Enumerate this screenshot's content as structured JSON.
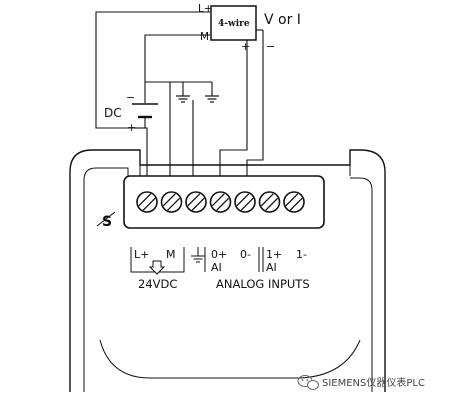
{
  "diagram": {
    "device": {
      "label": "4-wire"
    },
    "signal_label": "V or I",
    "device_pins": {
      "lplus": "L+",
      "m": "M",
      "plus": "+",
      "minus": "−"
    },
    "supply": {
      "label": "DC",
      "minus": "−",
      "plus": "+"
    },
    "terminal_labels": {
      "l_plus": "L+",
      "m": "M",
      "zero_plus": "0+",
      "zero_minus": "0-",
      "one_plus": "1+",
      "one_minus": "1-",
      "ai_0": "AI",
      "ai_1": "AI"
    },
    "power_label": "24VDC",
    "inputs_label": "ANALOG INPUTS",
    "module_mark": "S",
    "watermark": "SIEMENS仪器仪表PLC",
    "screw_count": 7
  }
}
